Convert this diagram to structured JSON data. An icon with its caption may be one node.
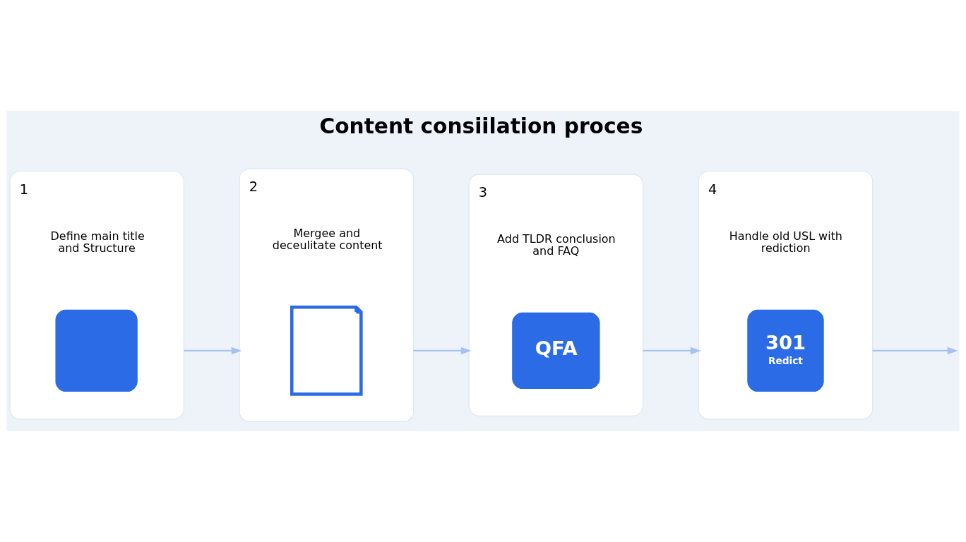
{
  "diagram": {
    "title": "Content consiilation proces",
    "nodes": [
      {
        "text": [
          "1",
          "Define main title and Structure"
        ]
      },
      {
        "text": [],
        "shape": "box",
        "in": 0
      },
      {
        "text": [
          "2",
          "Mergee and deceulitate content"
        ]
      },
      {
        "text": [],
        "shape": "picture",
        "in": 2
      },
      {
        "text": [
          "3",
          "Add TLDR conclusion and FAQ"
        ]
      },
      {
        "text": [
          "QFA"
        ],
        "in": 4
      },
      {
        "text": [
          "4",
          "Handle old USL with rediction"
        ]
      },
      {
        "text": [
          "301",
          "Redict"
        ],
        "in": 6
      }
    ],
    "edges": [
      {
        "from": 0,
        "to": 2,
        "arrow": "to"
      },
      {
        "from": 2,
        "to": 4,
        "arrow": "to"
      },
      {
        "from": 4,
        "to": 6,
        "arrow": "to"
      },
      {
        "from": 6,
        "to": null,
        "arrow": "to"
      }
    ]
  }
}
